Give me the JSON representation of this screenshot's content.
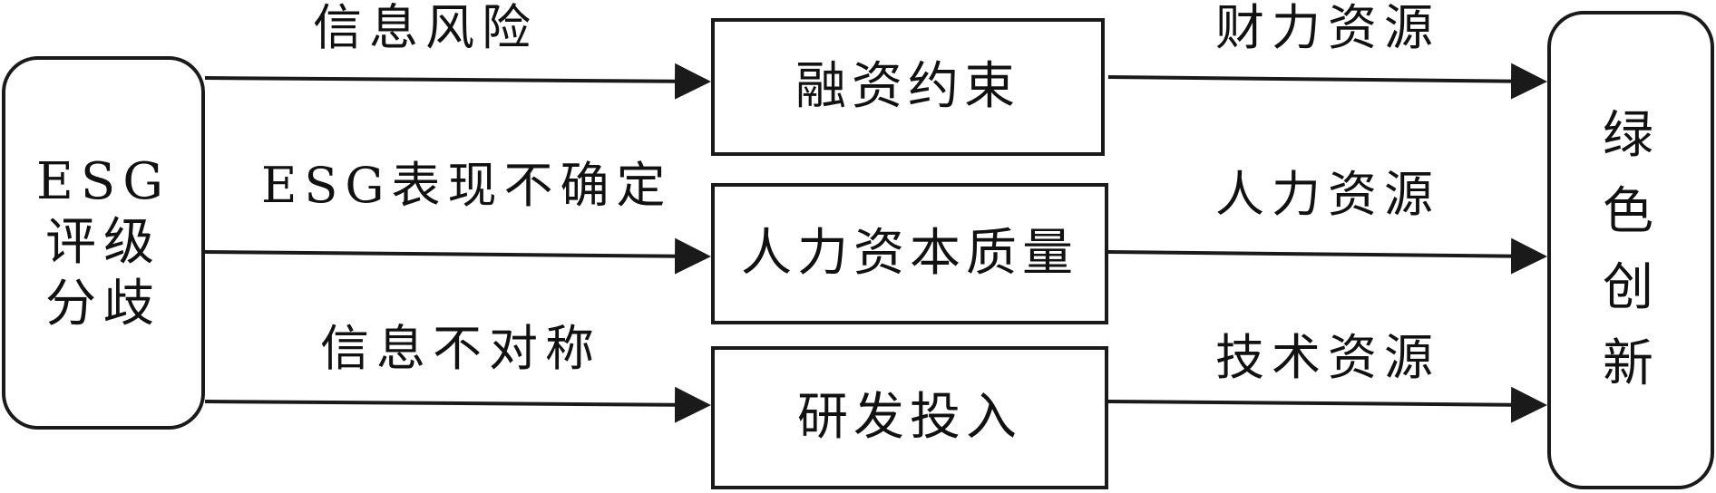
{
  "source_node": {
    "lines": [
      "ESG",
      "评级",
      "分歧"
    ]
  },
  "mediators": [
    {
      "label": "融资约束"
    },
    {
      "label": "人力资本质量"
    },
    {
      "label": "研发投入"
    }
  ],
  "target_node": {
    "chars": [
      "绿",
      "色",
      "创",
      "新"
    ]
  },
  "left_edges": [
    {
      "label": "信息风险"
    },
    {
      "label": "ESG表现不确定"
    },
    {
      "label": "信息不对称"
    }
  ],
  "right_edges": [
    {
      "label": "财力资源"
    },
    {
      "label": "人力资源"
    },
    {
      "label": "技术资源"
    }
  ],
  "colors": {
    "stroke": "#1a1a1a",
    "background": "#ffffff"
  }
}
